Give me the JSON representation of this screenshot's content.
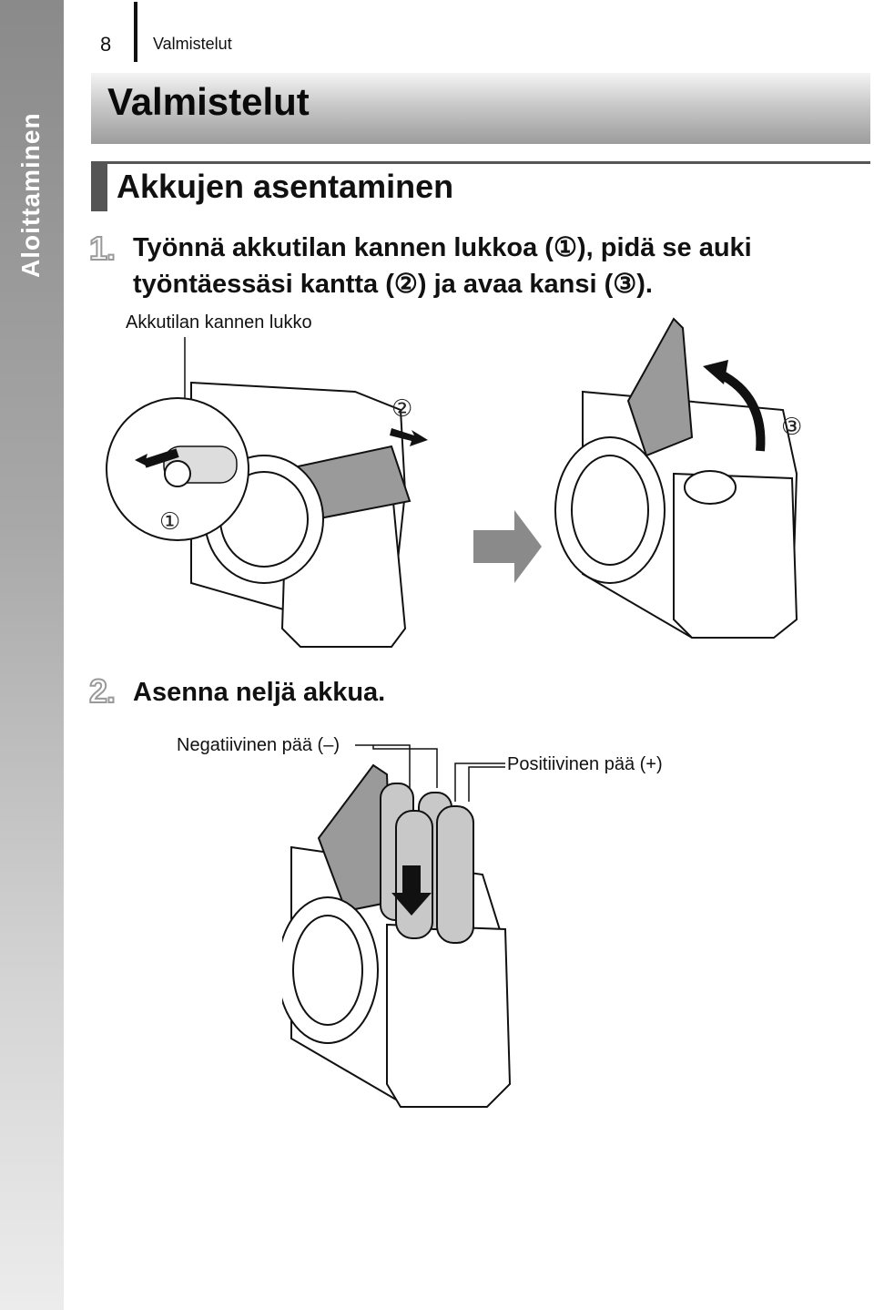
{
  "side_tab": {
    "label": "Aloittaminen"
  },
  "header": {
    "page_number": "8",
    "running_head": "Valmistelut"
  },
  "title": "Valmistelut",
  "section": {
    "title": "Akkujen asentaminen"
  },
  "steps": [
    {
      "number": "1.",
      "line1": "Työnnä akkutilan kannen lukkoa (①), pidä se auki",
      "line2": "työntäessäsi kantta (②) ja avaa kansi (③).",
      "callouts": {
        "lock_label": "Akkutilan kannen lukko",
        "mark1": "①",
        "mark2": "②",
        "mark3": "③"
      }
    },
    {
      "number": "2.",
      "text": "Asenna neljä akkua.",
      "callouts": {
        "negative": "Negatiivinen pää (–)",
        "positive": "Positiivinen pää (+)"
      }
    }
  ],
  "colors": {
    "accent_gray": "#555555",
    "illustration_fill": "#c8c8c8"
  }
}
